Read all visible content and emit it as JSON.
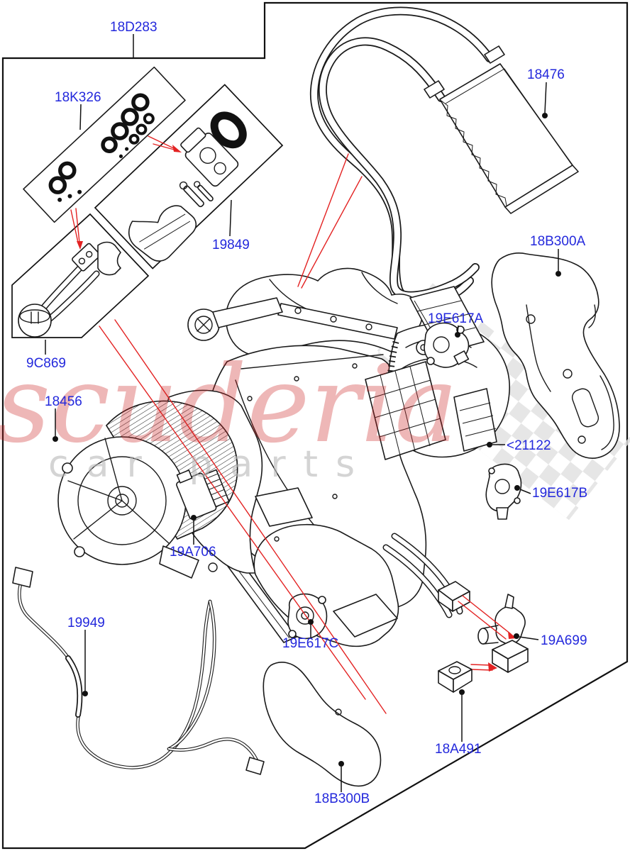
{
  "diagram": {
    "watermark": {
      "brand": "scuderia",
      "tagline": "car parts"
    },
    "colors": {
      "part_link_blue": "#2328dc",
      "leader_red": "#e32222",
      "line_black": "#1a1a1a",
      "watermark_red": "#cc2222",
      "watermark_gray": "#b9b9b9",
      "checker_gray": "#e0e0e0"
    },
    "parts": {
      "p18D283": "18D283",
      "p18K326": "18K326",
      "p19849": "19849",
      "p9C869": "9C869",
      "p18476": "18476",
      "p18B300A": "18B300A",
      "p19E617A": "19E617A",
      "p21122": "<21122",
      "p19E617B": "19E617B",
      "p18456": "18456",
      "p19A706": "19A706",
      "p19E617C": "19E617C",
      "p19949": "19949",
      "p18B300B": "18B300B",
      "p18A491": "18A491",
      "p19A699": "19A699"
    }
  }
}
